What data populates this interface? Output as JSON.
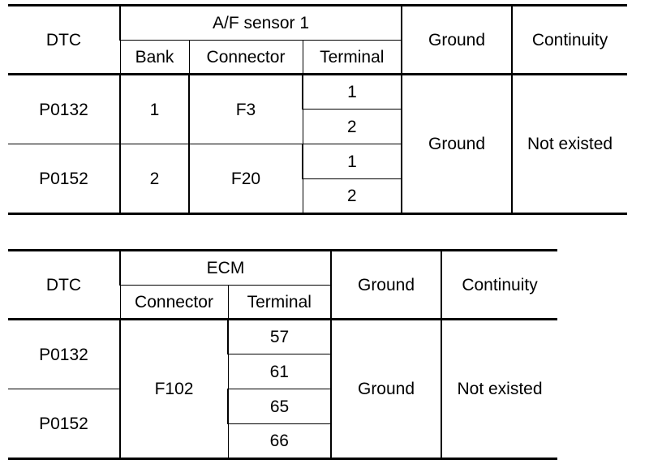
{
  "table1": {
    "headers": {
      "dtc": "DTC",
      "group": "A/F sensor 1",
      "bank": "Bank",
      "connector": "Connector",
      "terminal": "Terminal",
      "ground": "Ground",
      "continuity": "Continuity"
    },
    "rows": [
      {
        "dtc": "P0132",
        "bank": "1",
        "connector": "F3",
        "terminals": [
          "1",
          "2"
        ]
      },
      {
        "dtc": "P0152",
        "bank": "2",
        "connector": "F20",
        "terminals": [
          "1",
          "2"
        ]
      }
    ],
    "ground": "Ground",
    "continuity": "Not existed"
  },
  "table2": {
    "headers": {
      "dtc": "DTC",
      "group": "ECM",
      "connector": "Connector",
      "terminal": "Terminal",
      "ground": "Ground",
      "continuity": "Continuity"
    },
    "dtcs": [
      "P0132",
      "P0152"
    ],
    "connector": "F102",
    "terminals": [
      "57",
      "61",
      "65",
      "66"
    ],
    "ground": "Ground",
    "continuity": "Not existed"
  }
}
